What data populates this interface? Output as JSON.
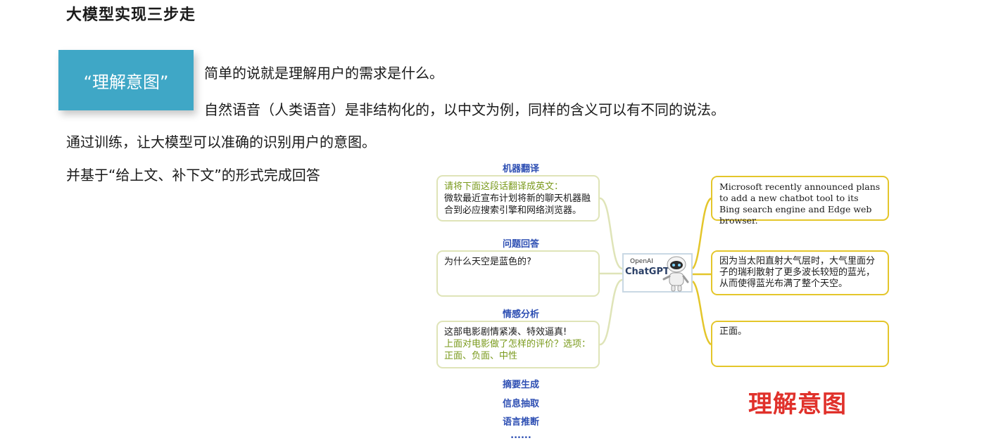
{
  "title": "大模型实现三步走",
  "tag": "“理解意图”",
  "lines": [
    "简单的说就是理解用户的需求是什么。",
    "自然语音（人类语音）是非结构化的，以中文为例，同样的含义可以有不同的说法。",
    "通过训练，让大模型可以准确的识别用户的意图。",
    "并基于“给上文、补下文”的形式完成回答"
  ],
  "diagram": {
    "center": {
      "brand": "OpenAI",
      "name": "ChatGPT",
      "icon": "robot-icon"
    },
    "categories": [
      "机器翻译",
      "问题回答",
      "情感分析",
      "摘要生成",
      "信息抽取",
      "语言推断"
    ],
    "ellipsis": "......",
    "inputs": [
      {
        "prompt": "请将下面这段话翻译成英文：",
        "text": "微软最近宣布计划将新的聊天机器融合到必应搜索引擎和网络浏览器。"
      },
      {
        "text": "为什么天空是蓝色的?"
      },
      {
        "text": "这部电影剧情紧凑、特效逼真!",
        "prompt": "上面对电影做了怎样的评价？选项：正面、负面、中性"
      }
    ],
    "outputs": [
      "Microsoft recently announced plans to add a new chatbot tool to its Bing search engine and Edge web browser.",
      "因为当太阳直射大气层时，大气里面分子的瑞利散射了更多波长较短的蓝光，从而使得蓝光布满了整个天空。",
      "正面。"
    ],
    "label": "理解意图",
    "colors": {
      "input_border": "#dfe4b8",
      "output_border": "#e4c62b",
      "category": "#2e4fb3",
      "label": "#e0312b",
      "tag_bg": "#3fa7c6"
    }
  }
}
